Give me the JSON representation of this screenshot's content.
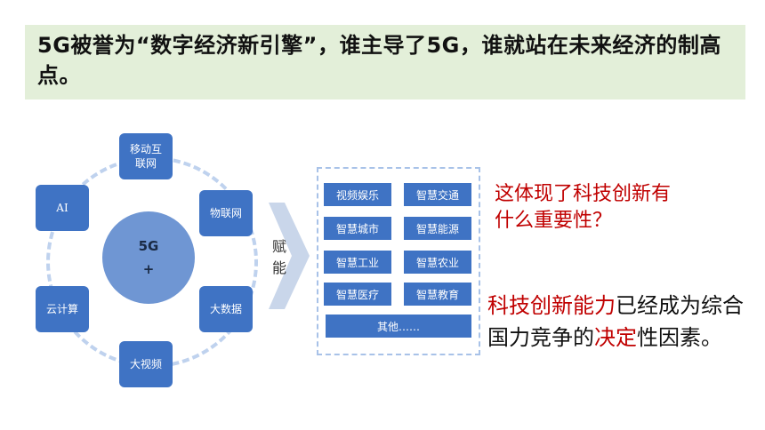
{
  "header": {
    "title": "5G被誉为“数字经济新引擎”，谁主导了5G，谁就站在未来经济的制高点。"
  },
  "diagram": {
    "center": {
      "line1": "5G",
      "line2": "+"
    },
    "nodes": [
      {
        "id": "mobile",
        "label": "移动互联网"
      },
      {
        "id": "iot",
        "label": "物联网"
      },
      {
        "id": "bigdata",
        "label": "大数据"
      },
      {
        "id": "video",
        "label": "大视频"
      },
      {
        "id": "cloud",
        "label": "云计算"
      },
      {
        "id": "ai",
        "label": "AI"
      }
    ],
    "arrow_label": "赋能",
    "applications": [
      "视频娱乐",
      "智慧交通",
      "智慧城市",
      "智慧能源",
      "智慧工业",
      "智慧农业",
      "智慧医疗",
      "智慧教育",
      "其他……"
    ]
  },
  "question": {
    "line1": "这体现了科技创新有",
    "line2": "什么重要性？"
  },
  "answer": {
    "part1_red": "科技创新能力",
    "part2": "已经成为综合国力竞争的",
    "part3_red": "决定",
    "part4": "性因素。"
  },
  "colors": {
    "header_bg": "#e3efd9",
    "node_blue": "#3f73c4",
    "center_blue": "#6f96d3",
    "accent_red": "#c00000"
  }
}
